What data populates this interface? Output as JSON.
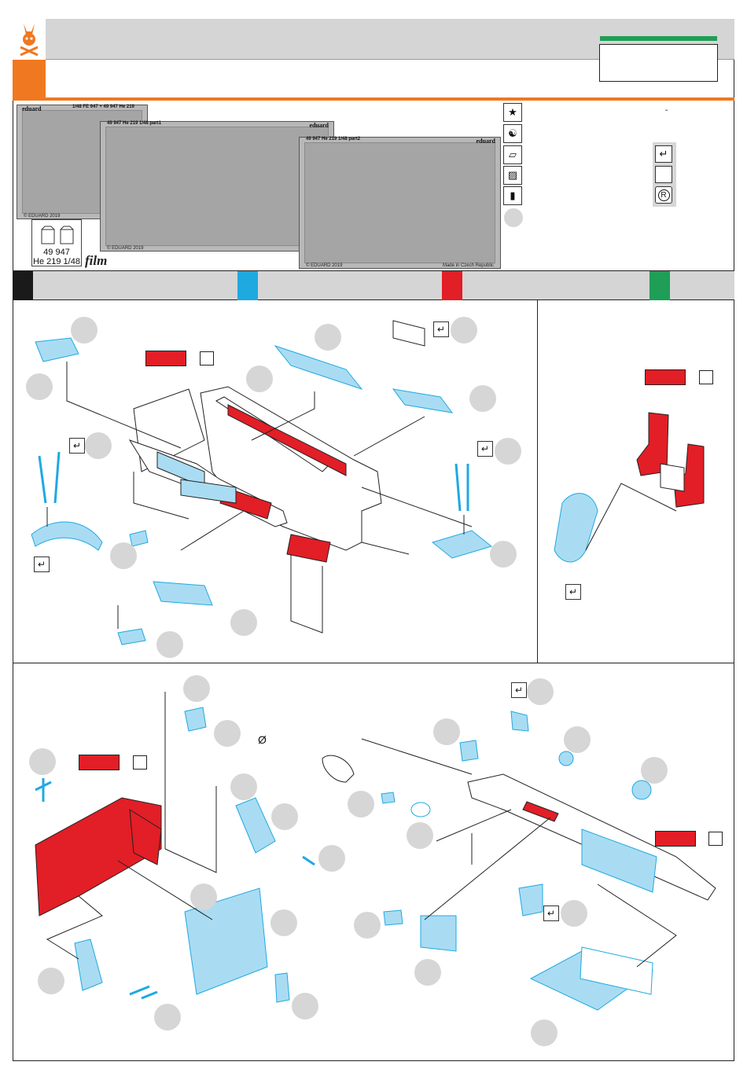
{
  "sheet1": {
    "brand": "eduard",
    "title": "1/48   FE 947 + 49 947   He 219",
    "foot": "© EDUARD 2019"
  },
  "sheet2": {
    "brand": "eduard",
    "title": "49 947   He 219   1/48   part1",
    "foot": "© EDUARD 2019"
  },
  "sheet3": {
    "brand": "eduard",
    "title": "49 947   He 219   1/48   part2",
    "foot": "© EDUARD 2019",
    "made_in": "Made in Czech Republic"
  },
  "product": {
    "number": "49 947",
    "model": "He 219 1/48",
    "film_label": "film"
  },
  "symbols": {
    "diameter": "Ø",
    "caret": "ˇ",
    "registered": "R"
  },
  "colors": {
    "orange": "#f07820",
    "green": "#1e9e56",
    "red": "#e21e26",
    "blue": "#1fa9e1",
    "black": "#1a1a1a",
    "light_blue_part": "#a9dcf2"
  },
  "color_swatches": [
    "#1a1a1a",
    "#1fa9e1",
    "#e21e26",
    "#1e9e56"
  ],
  "icons": [
    "star-icon",
    "yin-yang-icon",
    "photoetch-sheet-icon",
    "film-sheet-icon",
    "drill-icon"
  ]
}
